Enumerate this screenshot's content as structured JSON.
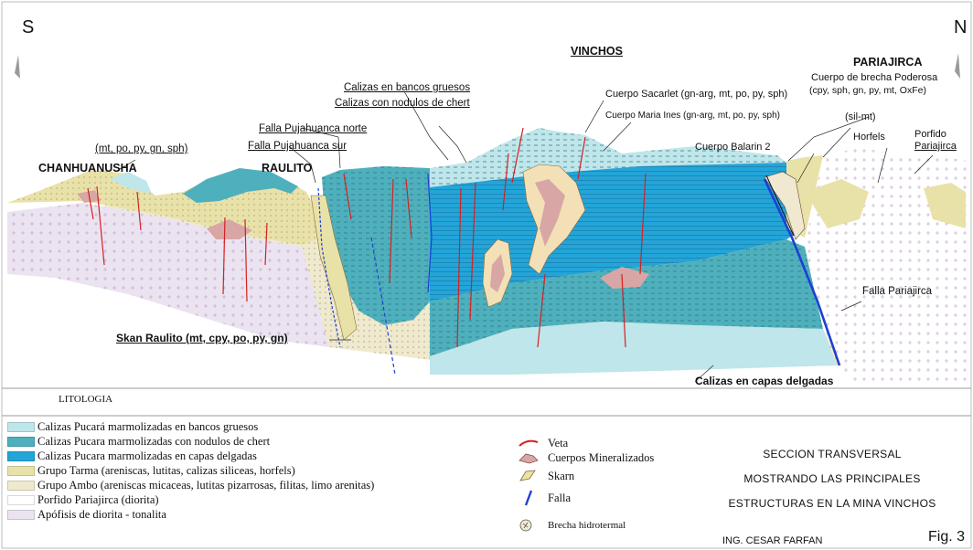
{
  "orientation": {
    "south": "S",
    "north": "N"
  },
  "places": {
    "chanhuanusha": "CHANHUANUSHA",
    "raulito": "RAULITO",
    "vinchos": "VINCHOS",
    "pariajirca": "PARIAJIRCA"
  },
  "annotations": {
    "calizas_gruesos": "Calizas en bancos gruesos",
    "calizas_chert": "Calizas con nodulos de chert",
    "falla_norte": "Falla Pujahuanca norte",
    "falla_sur": "Falla Pujahuanca sur",
    "minerals_chanhuanusha": "(mt, po, py, gn, sph)",
    "cuerpo_sacarlet": "Cuerpo Sacarlet (gn-arg, mt, po, py, sph)",
    "cuerpo_maria": "Cuerpo Maria Ines (gn-arg, mt, po, py, sph)",
    "cuerpo_balarin": "Cuerpo Balarin 2",
    "brecha_line1": "Cuerpo de brecha Poderosa",
    "brecha_line2": "(cpy, sph, gn, py, mt, OxFe)",
    "sil_mt": "(sil-mt)",
    "hornfels": "Horfels",
    "porfido_line1": "Porfido",
    "porfido_line2": "Pariajirca",
    "falla_pariajirca": "Falla Pariajirca",
    "skarn_raulito": "Skan Raulito (mt, cpy, po, py, gn)",
    "calizas_delgadas": "Calizas en capas delgadas"
  },
  "legend": {
    "title": "LITOLOGIA",
    "items": [
      {
        "label": "Calizas Pucará marmolizadas en bancos gruesos",
        "color": "#bfe6ea"
      },
      {
        "label": "Calizas Pucara marmolizadas con nodulos de chert",
        "color": "#4fb0bd"
      },
      {
        "label": "Calizas Pucara marmolizadas en capas delgadas",
        "color": "#23a5d8"
      },
      {
        "label": "Grupo Tarma (areniscas, lutitas, calizas siliceas, horfels)",
        "color": "#e9e2a8"
      },
      {
        "label": "Grupo Ambo (areniscas micaceas, lutitas pizarrosas, filitas, limo arenitas)",
        "color": "#efe9cd"
      },
      {
        "label": "Porfido Pariajirca (diorita)",
        "color": "#ffffff"
      },
      {
        "label": "Apófisis de diorita - tonalita",
        "color": "#ece3f1"
      }
    ]
  },
  "symbols": {
    "veta": "Veta",
    "cuerpos": "Cuerpos Mineralizados",
    "skarn": "Skarn",
    "falla": "Falla",
    "brecha": "Brecha hidrotermal"
  },
  "title_block": {
    "line1": "SECCION TRANSVERSAL",
    "line2": "MOSTRANDO LAS PRINCIPALES",
    "line3": "ESTRUCTURAS EN LA MINA VINCHOS",
    "author": "ING. CESAR FARFAN",
    "figure": "Fig. 3"
  },
  "colors": {
    "gruesos": "#bfe6ea",
    "chert": "#4fb0bd",
    "delgadas": "#23a5d8",
    "tarma": "#e9e2a8",
    "ambo": "#efe9cd",
    "apofisis": "#ece3f1",
    "skarn": "#f3e0b6",
    "ore": "#d9a6a6",
    "vein": "#d42020",
    "fault": "#1d3fd4"
  }
}
